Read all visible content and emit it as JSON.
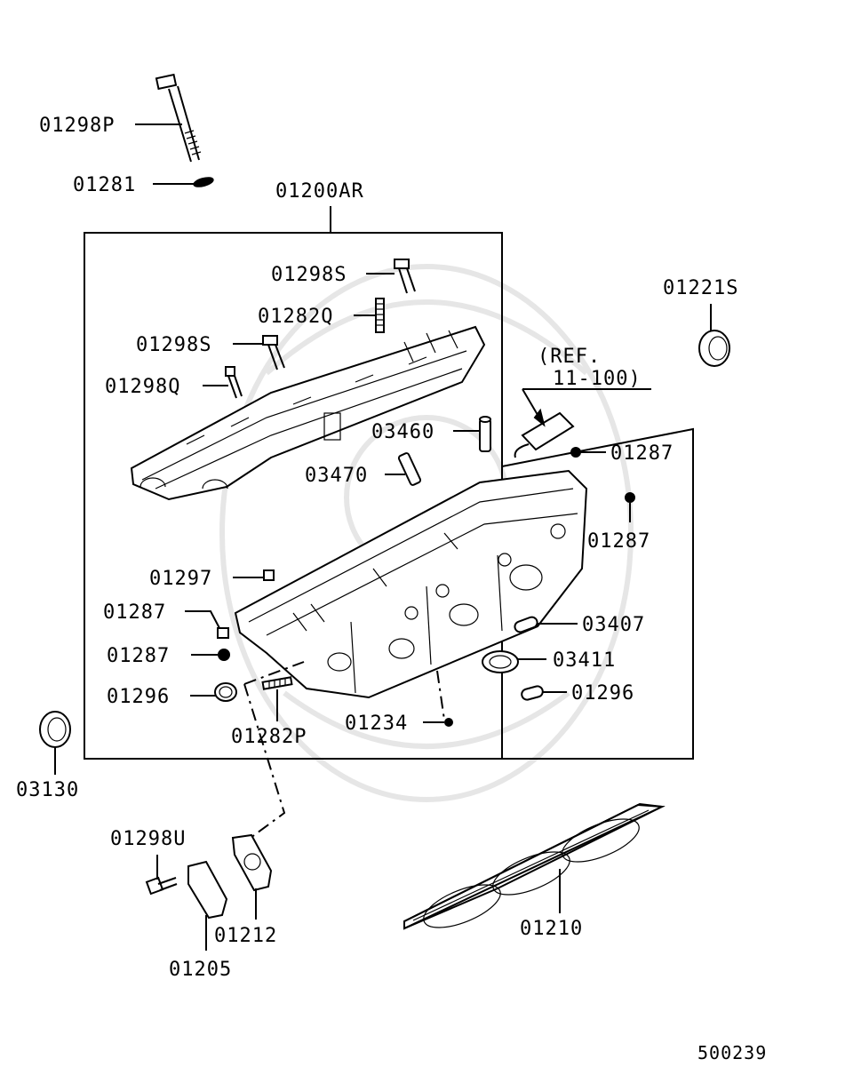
{
  "diagram_number": "500239",
  "labels": {
    "p01298P": "01298P",
    "p01281": "01281",
    "p01200AR": "01200AR",
    "p01298S_a": "01298S",
    "p01282Q": "01282Q",
    "p01298S_b": "01298S",
    "p01298Q": "01298Q",
    "p01221S": "01221S",
    "ref_line1": "(REF.",
    "ref_line2": "11-100)",
    "p03460": "03460",
    "p01287_a": "01287",
    "p03470": "03470",
    "p01287_b": "01287",
    "p01297": "01297",
    "p01287_c": "01287",
    "p03407": "03407",
    "p01287_d": "01287",
    "p03411": "03411",
    "p01296_a": "01296",
    "p01296_b": "01296",
    "p01234": "01234",
    "p01282P": "01282P",
    "p03130": "03130",
    "p01298U": "01298U",
    "p01212": "01212",
    "p01210": "01210",
    "p01205": "01205"
  }
}
